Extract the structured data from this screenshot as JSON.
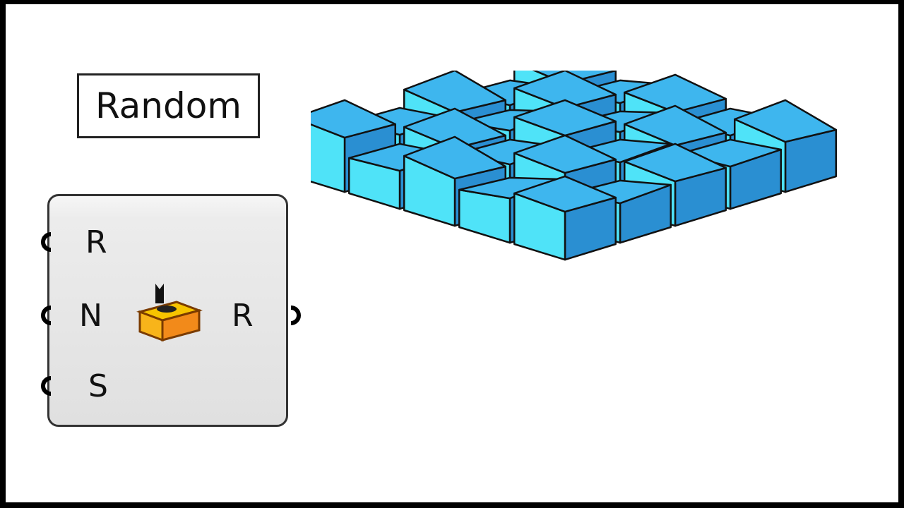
{
  "tooltip": {
    "text": "Random"
  },
  "component": {
    "name": "Random",
    "icon": "dice-box-icon",
    "inputs": [
      {
        "label": "R"
      },
      {
        "label": "N"
      },
      {
        "label": "S"
      }
    ],
    "outputs": [
      {
        "label": "R"
      }
    ]
  },
  "viewport": {
    "description_icon": "randomized-box-grid-icon",
    "colors": {
      "top": "#3eb6ee",
      "side_light": "#4fe3f8",
      "side_dark": "#2a8fd2",
      "edge": "#111111"
    }
  },
  "colors": {
    "border": "#000000",
    "background": "#ffffff",
    "component_fill": "#e6e6e6",
    "icon_orange": "#f5a623"
  }
}
